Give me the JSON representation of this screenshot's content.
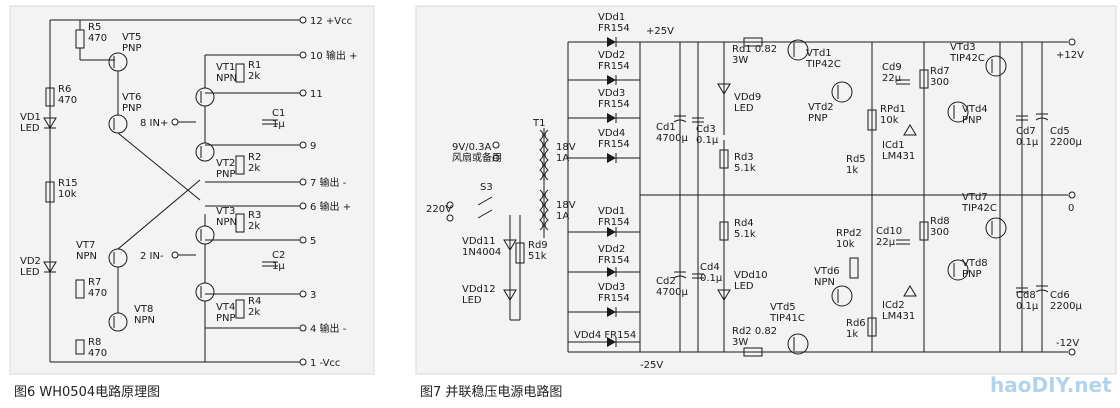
{
  "fig6": {
    "caption": "图6 WH0504电路原理图",
    "supply_pos": "12 +Vcc",
    "supply_neg": "1 -Vcc",
    "terminals": [
      "10 输出 +",
      "11",
      "8 IN+",
      "9",
      "7 输出 -",
      "6 输出 +",
      "5",
      "2 IN-",
      "3",
      "4 输出 -"
    ],
    "parts": {
      "R5": "R5\n470",
      "R6": "R6\n470",
      "R7": "R7\n470",
      "R8": "R8\n470",
      "R15": "R15\n10k",
      "R1": "R1\n2k",
      "R2": "R2\n2k",
      "R3": "R3\n2k",
      "R4": "R4\n2k",
      "C1": "C1\n1μ",
      "C2": "C2\n1μ",
      "VT1": "VT1\nNPN",
      "VT2": "VT2\nPNP",
      "VT3": "VT3\nNPN",
      "VT4": "VT4\nPNP",
      "VT5": "VT5\nPNP",
      "VT6": "VT6\nPNP",
      "VT7": "VT7\nNPN",
      "VT8": "VT8\nNPN",
      "VD1": "VD1\nLED",
      "VD2": "VD2\nLED"
    }
  },
  "fig7": {
    "caption": "图7 并联稳压电源电路图",
    "rail_p25": "+25V",
    "rail_n25": "-25V",
    "out_p12": "+12V",
    "out_0": "0",
    "out_n12": "-12V",
    "input_fan": "9V/0.3A\n风扇或备用",
    "input_mains": "220V",
    "parts": {
      "VDd1a": "VDd1\nFR154",
      "VDd2a": "VDd2\nFR154",
      "VDd3a": "VDd3\nFR154",
      "VDd4a": "VDd4\nFR154",
      "VDd1b": "VDd1\nFR154",
      "VDd2b": "VDd2\nFR154",
      "VDd3b": "VDd3\nFR154",
      "VDd4b": "VDd4 FR154",
      "T1": "T1",
      "sec1": "18V\n1A",
      "sec2": "18V\n1A",
      "S3": "S3",
      "Cd1": "Cd1\n4700μ",
      "Cd2": "Cd2\n4700μ",
      "Cd3": "Cd3\n0.1μ",
      "Cd4": "Cd4\n0.1μ",
      "Rd1": "Rd1 0.82\n3W",
      "Rd2": "Rd2 0.82\n3W",
      "VTd1": "VTd1\nTIP42C",
      "VTd2": "VTd2\nPNP",
      "VTd3": "VTd3\nTIP42C",
      "VTd4": "VTd4\nPNP",
      "VTd5": "VTd5\nTIP41C",
      "VTd6": "VTd6\nNPN",
      "VTd7": "VTd7\nTIP42C",
      "VTd8": "VTd8\nPNP",
      "Cd9": "Cd9\n22μ",
      "Cd10": "Cd10\n22μ",
      "Rd7": "Rd7\n300",
      "Rd8": "Rd8\n300",
      "RPd1": "RPd1\n10k",
      "RPd2": "RPd2\n10k",
      "ICd1": "ICd1\nLM431",
      "ICd2": "ICd2\nLM431",
      "Rd3": "Rd3\n5.1k",
      "Rd4": "Rd4\n5.1k",
      "Rd5": "Rd5\n1k",
      "Rd6": "Rd6\n1k",
      "Cd7": "Cd7\n0.1μ",
      "Cd8": "Cd8\n0.1μ",
      "Cd5": "Cd5\n2200μ",
      "Cd6": "Cd6\n2200μ",
      "VDd9": "VDd9\nLED",
      "VDd10": "VDd10\nLED",
      "VDd11": "VDd11\n1N4004",
      "VDd12": "VDd12\nLED",
      "Rd9": "Rd9\n51k"
    }
  },
  "watermark": "haoDIY.net"
}
